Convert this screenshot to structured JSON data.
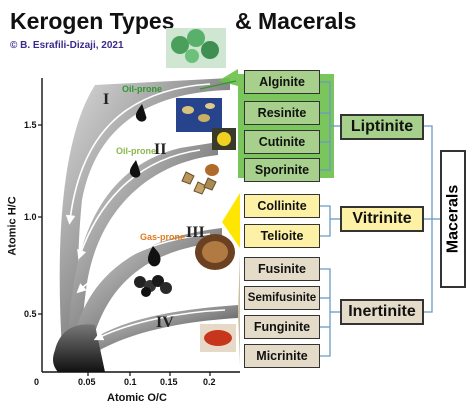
{
  "title": {
    "left": "Kerogen Types",
    "right": "& Macerals"
  },
  "copyright": "© B. Esrafili-Dizaji, 2021",
  "axes": {
    "ylabel": "Atomic H/C",
    "xlabel": "Atomic O/C",
    "yticks": [
      "1.5",
      "1.0",
      "0.5"
    ],
    "xticks": [
      "0",
      "0.05",
      "0.1",
      "0.15",
      "0.2"
    ]
  },
  "kerogen_types": [
    "I",
    "II",
    "III",
    "IV"
  ],
  "prone_labels": {
    "oil1": "Oil-prone",
    "oil2": "Oil-prone",
    "gas": "Gas-prone"
  },
  "macerals": {
    "liptinite": [
      "Alginite",
      "Resinite",
      "Cutinite",
      "Sporinite"
    ],
    "vitrinite": [
      "Collinite",
      "Telioite"
    ],
    "inertinite": [
      "Fusinite",
      "Semifusinite",
      "Funginite",
      "Micrinite"
    ]
  },
  "groups": {
    "liptinite": "Liptinite",
    "vitrinite": "Vitrinite",
    "inertinite": "Inertinite"
  },
  "root": "Macerals",
  "colors": {
    "liptinite": "#a7d08c",
    "vitrinite": "#fdf1a6",
    "inertinite": "#e4dcc8",
    "liptinite_arrow": "#6cbf4a",
    "vitrinite_arrow": "#ffe600",
    "inertinite_arrow": "#c9bfa3",
    "oil_prone": "#2e9a2e",
    "gas_prone": "#e07a1e",
    "line": "#6a9ac4"
  }
}
